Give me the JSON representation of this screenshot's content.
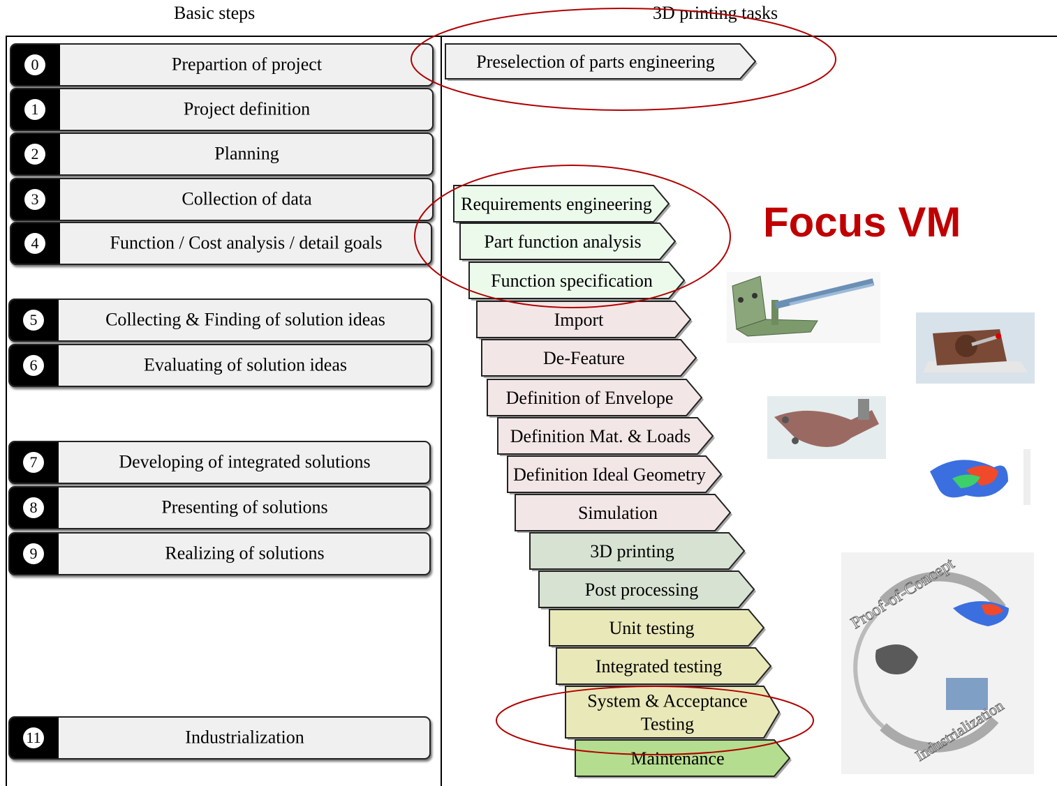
{
  "headers": {
    "basic_steps": "Basic  steps",
    "printing_tasks": "3D printing  tasks"
  },
  "basic_steps": [
    {
      "num": "0",
      "label": "Prepartion of project"
    },
    {
      "num": "1",
      "label": "Project definition"
    },
    {
      "num": "2",
      "label": "Planning"
    },
    {
      "num": "3",
      "label": "Collection of data"
    },
    {
      "num": "4",
      "label": "Function / Cost analysis / detail goals"
    },
    {
      "num": "5",
      "label": "Collecting  & Finding of solution ideas"
    },
    {
      "num": "6",
      "label": "Evaluating  of solution ideas"
    },
    {
      "num": "7",
      "label": "Developing of integrated solutions"
    },
    {
      "num": "8",
      "label": "Presenting of solutions"
    },
    {
      "num": "9",
      "label": "Realizing  of solutions"
    },
    {
      "num": "11",
      "label": "Industrialization"
    }
  ],
  "tasks": [
    {
      "lines": [
        "Preselection of parts engineering"
      ],
      "color": "#f0f0f0"
    },
    {
      "lines": [
        "Requirements engineering"
      ],
      "color": "#ecfaec"
    },
    {
      "lines": [
        "Part function analysis"
      ],
      "color": "#ecfaec"
    },
    {
      "lines": [
        "Function specification"
      ],
      "color": "#ecfaec"
    },
    {
      "lines": [
        "Import"
      ],
      "color": "#f3e6e6"
    },
    {
      "lines": [
        "De-Feature"
      ],
      "color": "#f3e6e6"
    },
    {
      "lines": [
        "Definition of Envelope"
      ],
      "color": "#f3e6e6"
    },
    {
      "lines": [
        "Definition Mat. & Loads"
      ],
      "color": "#f3e6e6"
    },
    {
      "lines": [
        "Definition Ideal Geometry"
      ],
      "color": "#f3e6e6"
    },
    {
      "lines": [
        "Simulation"
      ],
      "color": "#f3e6e6"
    },
    {
      "lines": [
        "3D printing"
      ],
      "color": "#d7e2d2"
    },
    {
      "lines": [
        "Post processing"
      ],
      "color": "#d7e2d2"
    },
    {
      "lines": [
        "Unit testing"
      ],
      "color": "#e9e8b9"
    },
    {
      "lines": [
        "Integrated testing"
      ],
      "color": "#e9e8b9"
    },
    {
      "lines": [
        "System & Acceptance",
        "Testing"
      ],
      "color": "#e9e8b9"
    },
    {
      "lines": [
        "Maintenance"
      ],
      "color": "#b5dd8f"
    }
  ],
  "focus_label": "Focus VM",
  "cycle_labels": {
    "top": "Proof-of-Concept",
    "bottom": "Industrialization"
  },
  "colors": {
    "highlight_ellipse": "#b00000",
    "focus_text": "#c00000"
  }
}
